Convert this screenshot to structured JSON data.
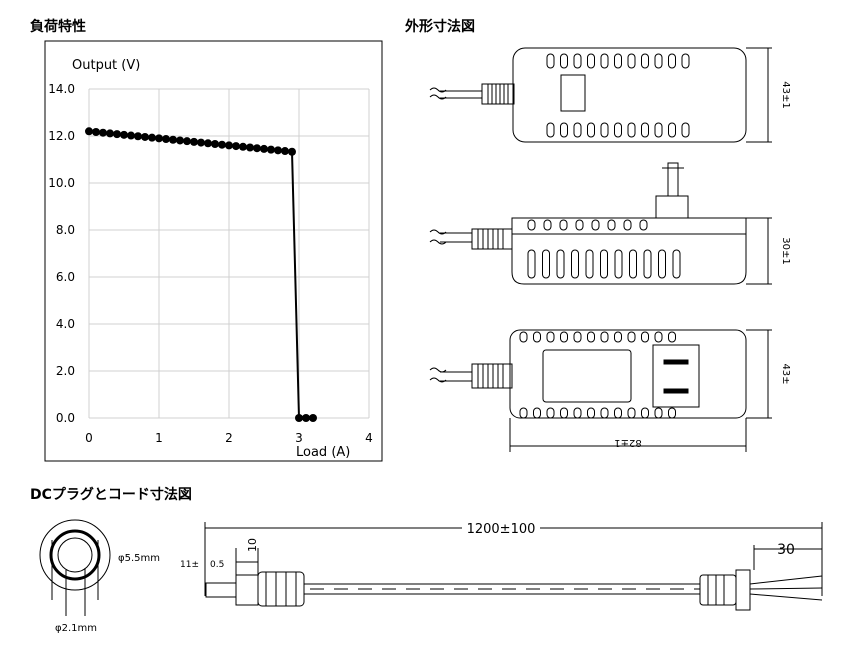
{
  "sections": {
    "load_title": "負荷特性",
    "outline_title": "外形寸法図",
    "dc_title": "DCプラグとコード寸法図"
  },
  "chart_data": {
    "type": "line",
    "title": "",
    "xlabel": "Load (A)",
    "ylabel": "Output (V)",
    "xlim": [
      0,
      4
    ],
    "ylim": [
      0,
      14
    ],
    "x_ticks": [
      "0",
      "1",
      "2",
      "3",
      "4"
    ],
    "y_ticks": [
      "0.0",
      "2.0",
      "4.0",
      "6.0",
      "8.0",
      "10.0",
      "12.0",
      "14.0"
    ],
    "grid": true,
    "series": [
      {
        "points": [
          [
            0.0,
            12.2
          ],
          [
            0.1,
            12.17
          ],
          [
            0.2,
            12.14
          ],
          [
            0.3,
            12.11
          ],
          [
            0.4,
            12.08
          ],
          [
            0.5,
            12.05
          ],
          [
            0.6,
            12.02
          ],
          [
            0.7,
            11.99
          ],
          [
            0.8,
            11.96
          ],
          [
            0.9,
            11.93
          ],
          [
            1.0,
            11.9
          ],
          [
            1.1,
            11.87
          ],
          [
            1.2,
            11.84
          ],
          [
            1.3,
            11.81
          ],
          [
            1.4,
            11.78
          ],
          [
            1.5,
            11.75
          ],
          [
            1.6,
            11.72
          ],
          [
            1.7,
            11.69
          ],
          [
            1.8,
            11.66
          ],
          [
            1.9,
            11.63
          ],
          [
            2.0,
            11.6
          ],
          [
            2.1,
            11.57
          ],
          [
            2.2,
            11.54
          ],
          [
            2.3,
            11.51
          ],
          [
            2.4,
            11.48
          ],
          [
            2.5,
            11.45
          ],
          [
            2.6,
            11.42
          ],
          [
            2.7,
            11.39
          ],
          [
            2.8,
            11.36
          ],
          [
            2.9,
            11.33
          ],
          [
            3.0,
            0.0
          ],
          [
            3.1,
            0.0
          ],
          [
            3.2,
            0.0
          ]
        ]
      }
    ]
  },
  "dims": {
    "height_43": "43±1",
    "depth_30": "30±1",
    "height_43b": "43±",
    "length_82": "82±1",
    "cable_len": "1200±100",
    "plug_len": "11±",
    "plug_tol": "0.5",
    "ten": "10",
    "strip": "30",
    "outer_d": "φ5.5mm",
    "inner_d": "φ2.1mm"
  }
}
